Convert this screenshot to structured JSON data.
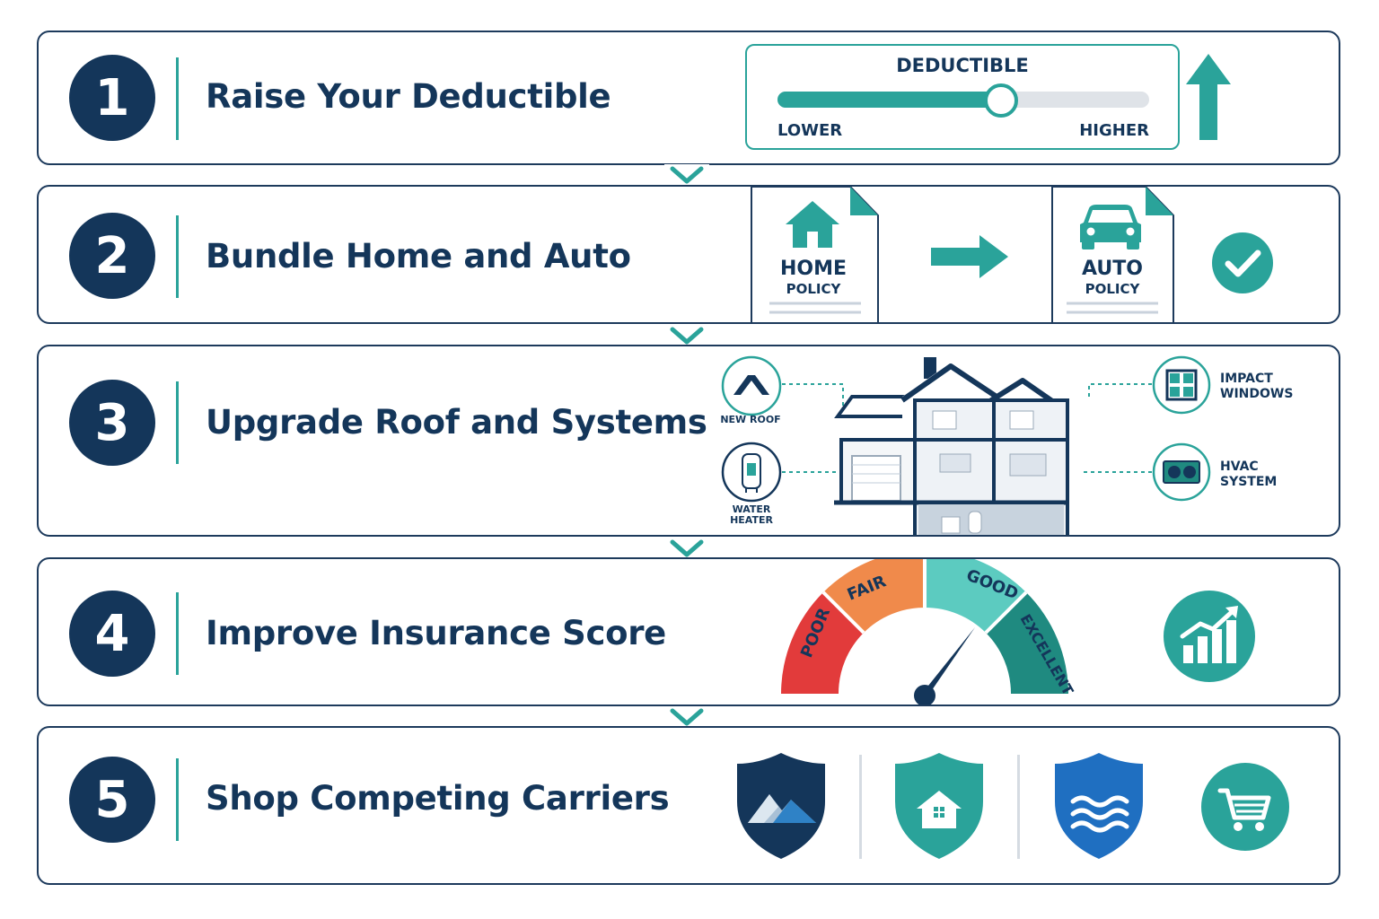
{
  "colors": {
    "navy": "#14365a",
    "teal": "#2aa39a",
    "track": "#dfe3e8",
    "poor": "#e23b3b",
    "fair": "#f08a4b",
    "good": "#5ccbc0",
    "excellent": "#1f8a80",
    "blue": "#1f6fc1"
  },
  "steps": [
    {
      "number": "1",
      "title": "Raise Your Deductible"
    },
    {
      "number": "2",
      "title": "Bundle Home and Auto"
    },
    {
      "number": "3",
      "title": "Upgrade Roof and Systems"
    },
    {
      "number": "4",
      "title": "Improve Insurance Score"
    },
    {
      "number": "5",
      "title": "Shop Competing Carriers"
    }
  ],
  "deductible": {
    "label": "DEDUCTIBLE",
    "low": "LOWER",
    "high": "HIGHER",
    "level": 0.6
  },
  "bundle": {
    "home": {
      "title": "HOME",
      "sub": "POLICY"
    },
    "auto": {
      "title": "AUTO",
      "sub": "POLICY"
    }
  },
  "upgrades": {
    "roof": "NEW ROOF",
    "water": [
      "WATER",
      "HEATER"
    ],
    "windows": [
      "IMPACT",
      "WINDOWS"
    ],
    "hvac": [
      "HVAC",
      "SYSTEM"
    ]
  },
  "score": {
    "poor": "POOR",
    "fair": "FAIR",
    "good": "GOOD",
    "excellent": "EXCELLENT"
  },
  "icons": [
    "chevron-down-icon",
    "arrow-up-icon",
    "house-icon",
    "car-icon",
    "arrow-right-icon",
    "check-circle-icon",
    "roof-icon",
    "water-heater-icon",
    "window-icon",
    "hvac-icon",
    "growth-chart-icon",
    "mountain-shield-icon",
    "home-shield-icon",
    "flood-shield-icon",
    "cart-icon"
  ]
}
